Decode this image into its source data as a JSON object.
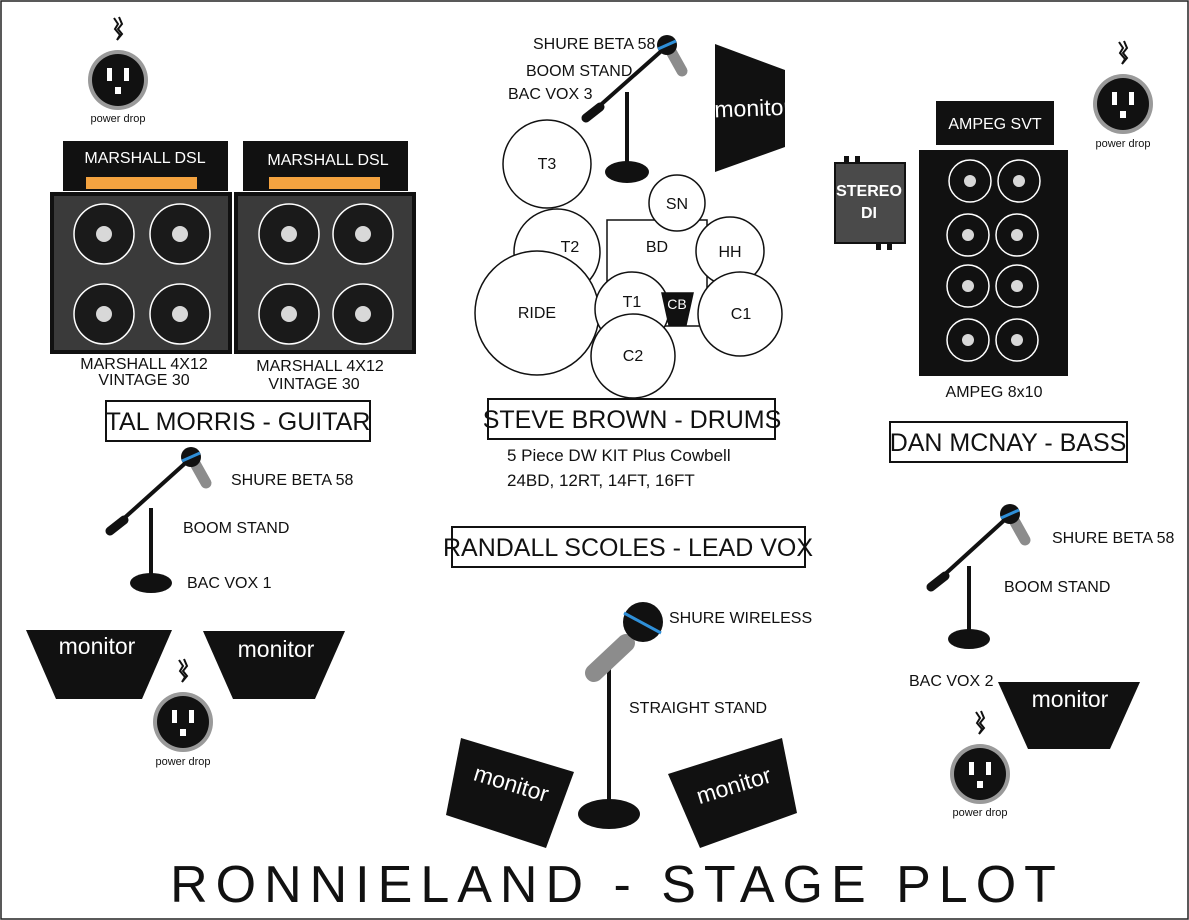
{
  "title": "RONNIELAND - STAGE PLOT",
  "players": {
    "guitar": "TAL MORRIS - GUITAR",
    "drums": "STEVE BROWN - DRUMS",
    "bass": "DAN MCNAY - BASS",
    "lead_vox": "RANDALL SCOLES - LEAD VOX"
  },
  "drum_kit": {
    "description_line1": "5 Piece DW KIT Plus Cowbell",
    "description_line2": "24BD, 12RT, 14FT, 16FT",
    "pieces": {
      "t3": "T3",
      "sn": "SN",
      "t2": "T2",
      "bd": "BD",
      "hh": "HH",
      "ride": "RIDE",
      "t1": "T1",
      "cb": "CB",
      "c1": "C1",
      "c2": "C2"
    }
  },
  "amps": {
    "guitar_head_1": "MARSHALL DSL",
    "guitar_head_2": "MARSHALL DSL",
    "guitar_cab_1_line1": "MARSHALL 4X12",
    "guitar_cab_1_line2": "VINTAGE 30",
    "guitar_cab_2_line1": "MARSHALL 4X12",
    "guitar_cab_2_line2": "VINTAGE 30",
    "bass_head": "AMPEG SVT",
    "bass_cab": "AMPEG 8x10",
    "stereo_di_line1": "STEREO",
    "stereo_di_line2": "DI"
  },
  "mics": {
    "drum_model": "SHURE BETA 58",
    "drum_stand": "BOOM STAND",
    "drum_channel": "BAC VOX 3",
    "guitar_model": "SHURE BETA 58",
    "guitar_stand": "BOOM STAND",
    "guitar_channel": "BAC VOX 1",
    "bass_model": "SHURE BETA 58",
    "bass_stand": "BOOM STAND",
    "bass_channel": "BAC VOX 2",
    "lead_model": "SHURE WIRELESS",
    "lead_stand": "STRAIGHT STAND"
  },
  "monitor_label": "monitor",
  "power_drop_label": "power drop",
  "colors": {
    "ink": "#111111",
    "cab_fill": "#3a3a3a",
    "head_stripe": "#f4a340",
    "mic_stripe": "#2f8fd8",
    "mic_handle": "#8c8c8c",
    "di_fill": "#4a4a4a",
    "outlet_ring": "#9a9a9a"
  }
}
